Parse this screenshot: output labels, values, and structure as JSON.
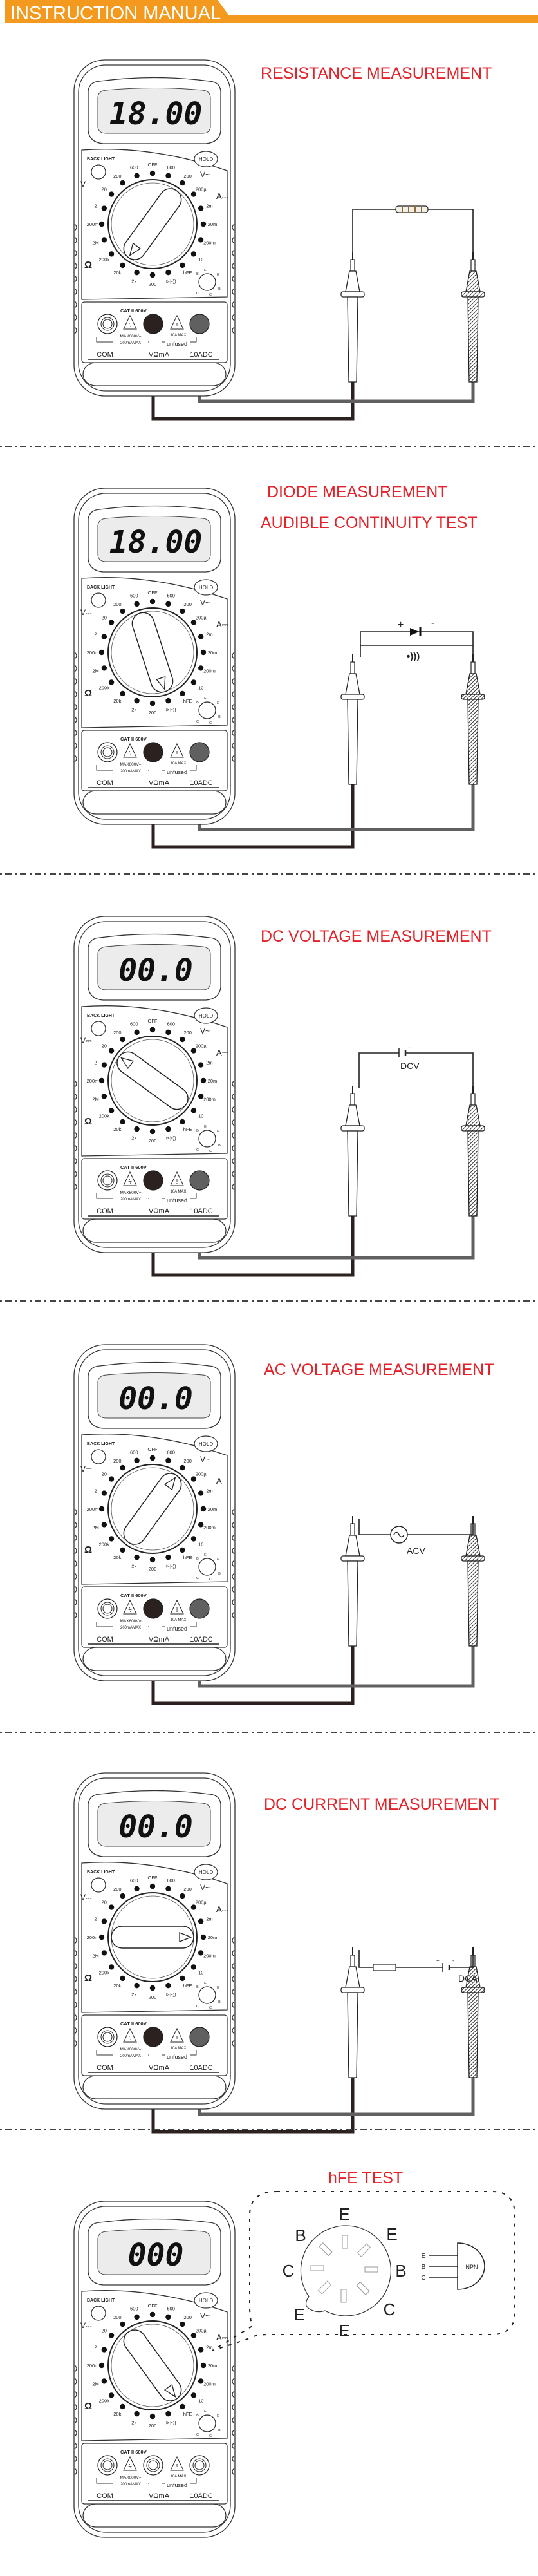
{
  "header": {
    "title": "INSTRUCTION MANUAL"
  },
  "colors": {
    "accent": "#f39a1e",
    "title_red": "#e32229",
    "black_lead": "#2b211f",
    "gray_lead": "#606060",
    "lcd": "#ececec"
  },
  "meter_labels": {
    "backlight": "BACK LIGHT",
    "hold": "HOLD",
    "cat": "CAT II 600V",
    "max_v": "MAX600V=",
    "max_ma": "200mAMAX",
    "max_10a": "10A MAX",
    "unfused": "unfused",
    "com": "COM",
    "vohm": "VΩmA",
    "adc": "10ADC",
    "dcv_symbol": "V⎓",
    "acv_symbol": "V~",
    "dca_symbol": "A⎓",
    "ohm_symbol": "Ω",
    "dial": [
      "OFF",
      "600",
      "200",
      "20",
      "2",
      "200m",
      "2M",
      "200k",
      "20k",
      "2k",
      "200",
      "⊳|•))",
      "hFE",
      "10",
      "200m",
      "20m",
      "2m",
      "200µ",
      "200",
      "600"
    ],
    "hfe_socket": [
      "B",
      "E",
      "E",
      "B",
      "C",
      "C"
    ]
  },
  "sections": [
    {
      "title": [
        "RESISTANCE MEASUREMENT"
      ],
      "display": "18.00",
      "dial_index": 8,
      "circuit": "resistor",
      "leads": true
    },
    {
      "title": [
        "DIODE MEASUREMENT",
        "AUDIBLE CONTINUITY TEST"
      ],
      "display": "18.00",
      "dial_index": 11,
      "circuit": "diode",
      "leads": true
    },
    {
      "title": [
        "DC VOLTAGE MEASUREMENT"
      ],
      "display": "00.0",
      "dial_index": 3,
      "circuit": "dcv",
      "leads": true
    },
    {
      "title": [
        "AC VOLTAGE MEASUREMENT"
      ],
      "display": "00.0",
      "dial_index": 18,
      "circuit": "acv",
      "leads": true
    },
    {
      "title": [
        "DC CURRENT MEASUREMENT"
      ],
      "display": "00.0",
      "dial_index": 15,
      "circuit": "dca",
      "leads": true
    },
    {
      "title": [
        "hFE TEST"
      ],
      "display": "000",
      "dial_index": 12,
      "circuit": "hfe",
      "leads": false
    }
  ],
  "circuits": {
    "plus": "+",
    "minus": "-",
    "continuity_symbol": "•)))",
    "dcv_label": "DCV",
    "acv_label": "ACV",
    "dca_label": "DCA",
    "battery_plus": "+",
    "battery_minus": "-"
  },
  "hfe": {
    "socket_pins": [
      "E",
      "E",
      "B",
      "C",
      "E",
      "E",
      "C",
      "B"
    ],
    "transistor_type": "NPN",
    "leads": [
      "E",
      "B",
      "C"
    ]
  }
}
